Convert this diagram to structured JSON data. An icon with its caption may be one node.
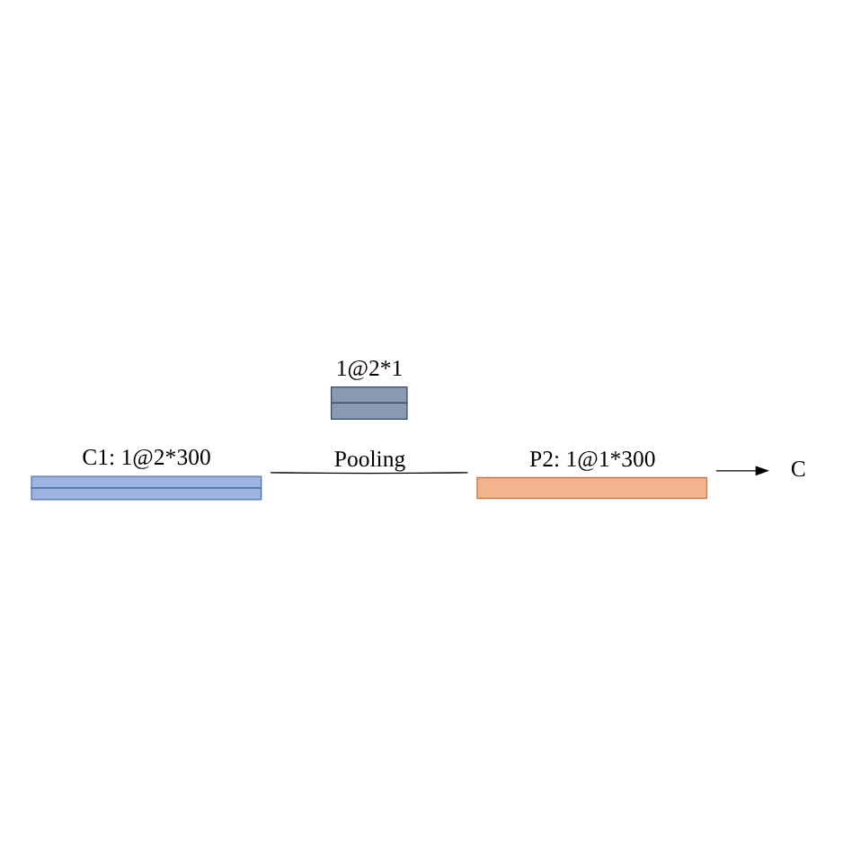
{
  "diagram": {
    "nodes": [
      {
        "text": [
          "C1: 1@2*300"
        ]
      },
      {
        "text": [
          "1@2*1"
        ]
      },
      {
        "text": [
          "P2: 1@1*300"
        ]
      },
      {
        "text": [
          "C"
        ]
      }
    ],
    "edges": [
      {
        "from": 0,
        "to": 2,
        "arrow": "none",
        "label": "Pooling"
      },
      {
        "from": 2,
        "to": 3,
        "arrow": "to"
      }
    ]
  }
}
